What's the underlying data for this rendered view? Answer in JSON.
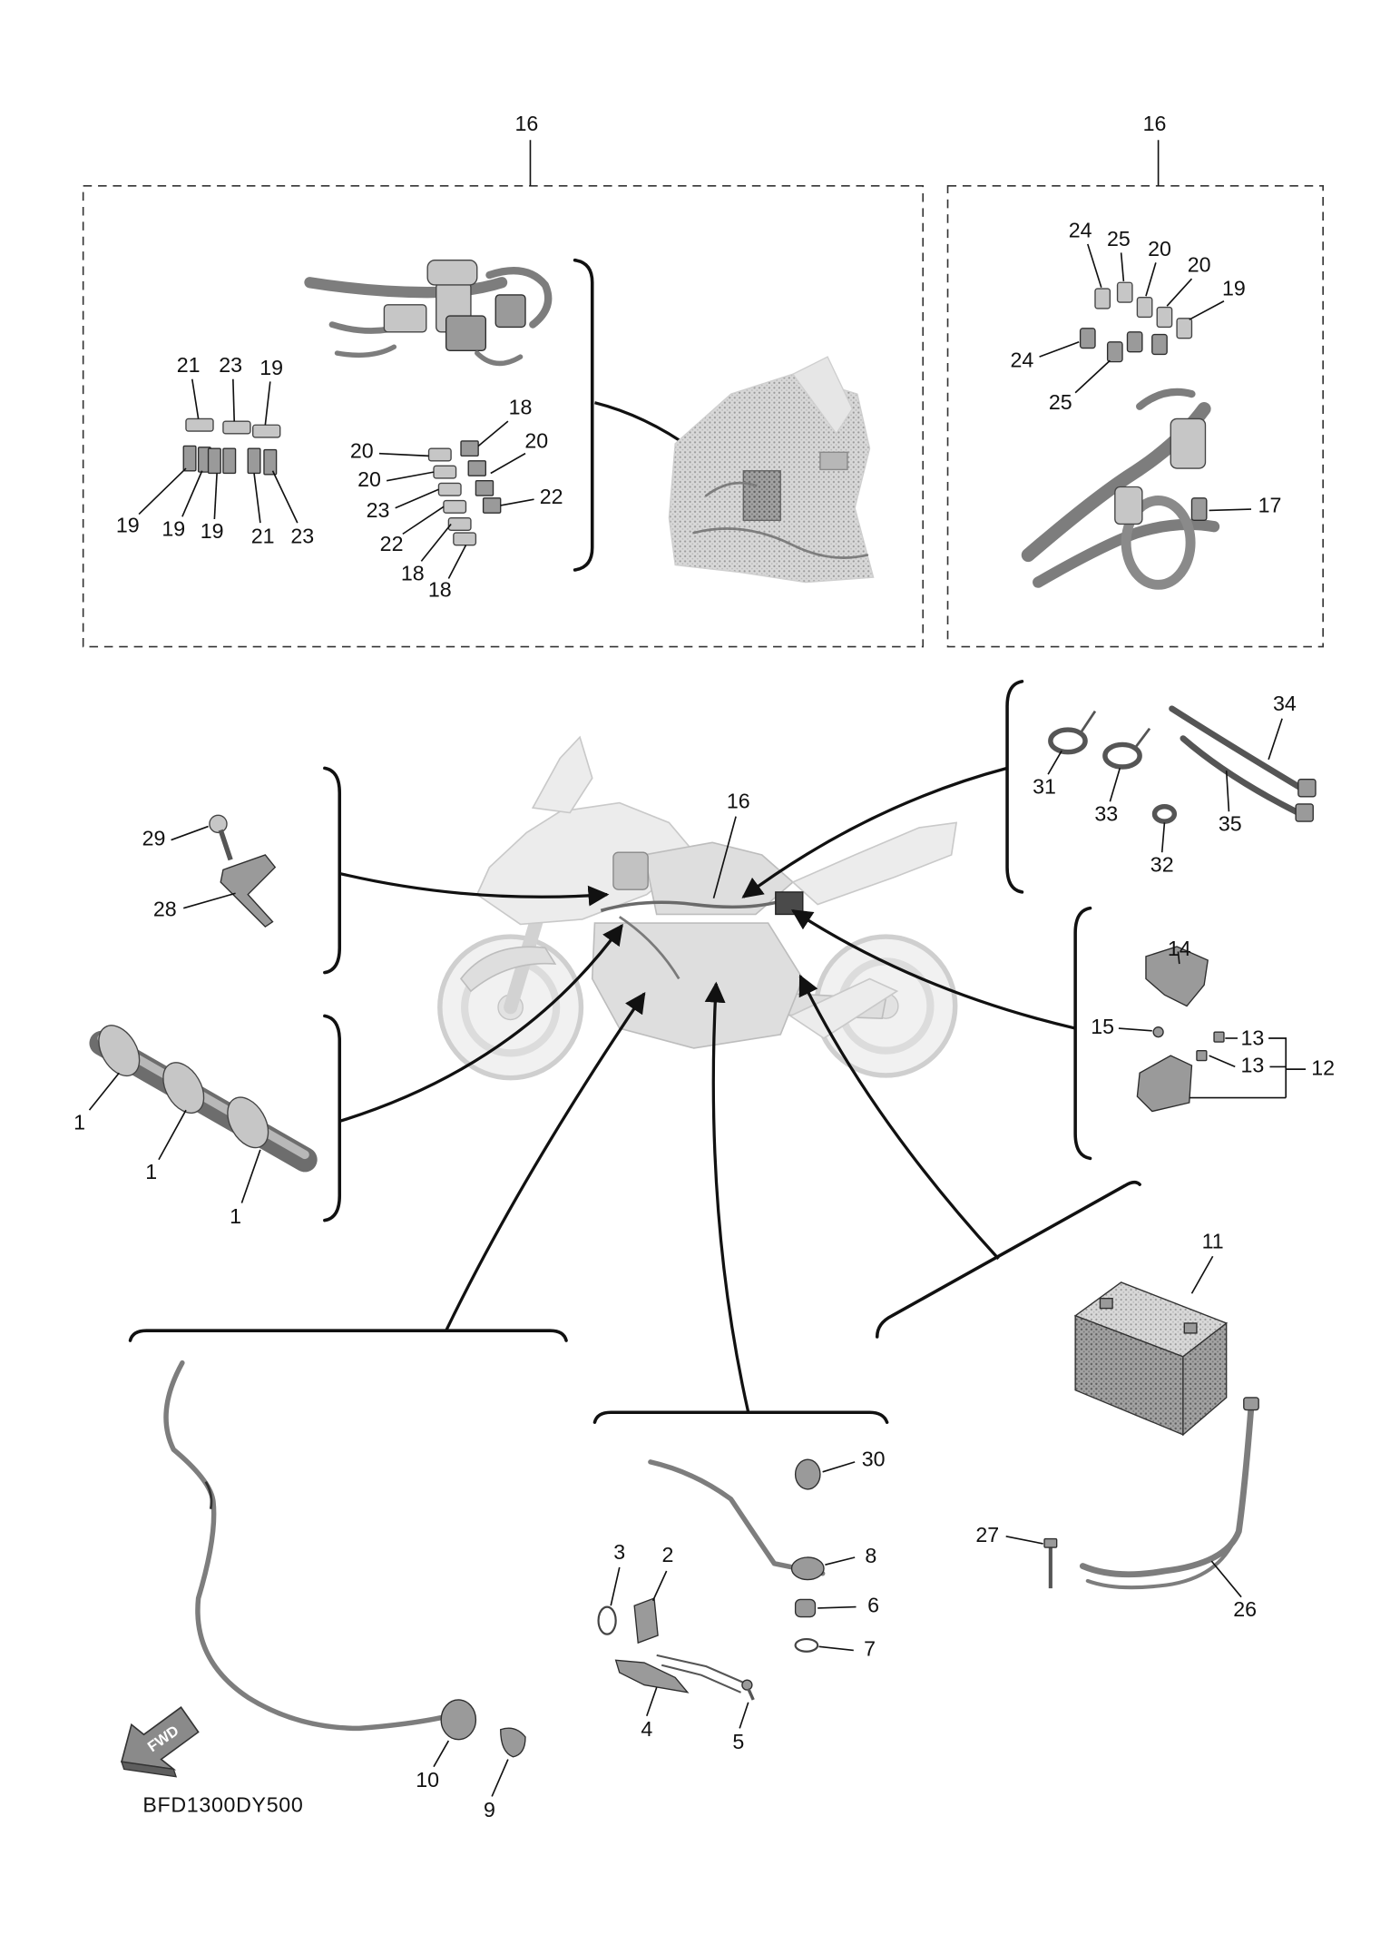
{
  "diagram": {
    "code": "BFD1300DY500",
    "fwd_label": "FWD",
    "fwd_icon": "fwd-arrow-icon"
  },
  "callouts": {
    "box_left": {
      "ref": "16",
      "numbers": [
        "21",
        "23",
        "19",
        "19",
        "19",
        "19",
        "21",
        "23",
        "18",
        "20",
        "20",
        "20",
        "23",
        "22",
        "22",
        "18",
        "18"
      ]
    },
    "box_right": {
      "ref": "16",
      "numbers": [
        "24",
        "25",
        "20",
        "20",
        "19",
        "24",
        "25",
        "17"
      ]
    },
    "main": {
      "ref": "16"
    },
    "group_28_29": [
      "29",
      "28"
    ],
    "group_1": [
      "1",
      "1",
      "1"
    ],
    "group_31_35": [
      "34",
      "31",
      "33",
      "35",
      "32"
    ],
    "group_12_15": [
      "14",
      "15",
      "13",
      "13",
      "12"
    ],
    "group_battery": [
      "11",
      "27",
      "26"
    ],
    "group_sensor": [
      "30",
      "3",
      "2",
      "8",
      "6",
      "7",
      "4",
      "5"
    ],
    "group_cable": [
      "10",
      "9"
    ]
  }
}
